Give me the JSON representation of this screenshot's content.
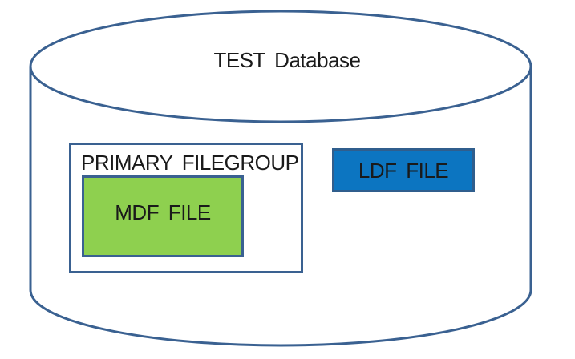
{
  "diagram": {
    "database": {
      "label": "TEST Database"
    },
    "primary_filegroup": {
      "label": "PRIMARY FILEGROUP"
    },
    "mdf_file": {
      "label": "MDF FILE"
    },
    "ldf_file": {
      "label": "LDF FILE"
    },
    "colors": {
      "outline": "#3A6191",
      "mdf_fill": "#8ED04F",
      "mdf_border": "#3A6191",
      "ldf_fill": "#0C75C1",
      "ldf_border": "#305E8D",
      "text": "#1A1A1A",
      "background": "#FFFFFF"
    }
  }
}
